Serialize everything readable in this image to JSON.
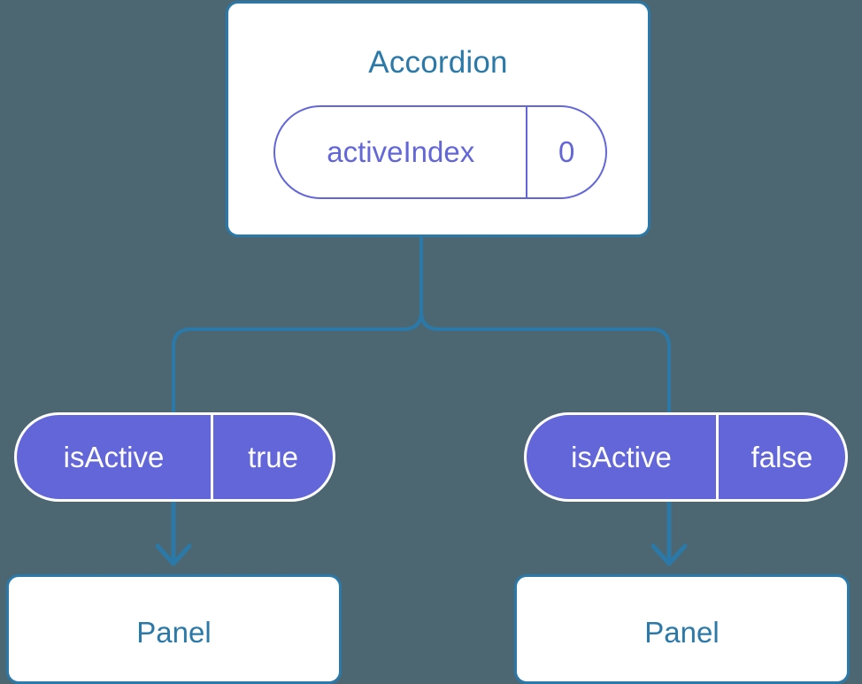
{
  "canvas": {
    "background_color": "#4c6771",
    "accent_blue": "#2b79a8",
    "accent_purple": "#6366d8",
    "card_fill": "#ffffff"
  },
  "parent": {
    "title": "Accordion",
    "state": {
      "key": "activeIndex",
      "value": "0"
    }
  },
  "children": [
    {
      "prop": {
        "key": "isActive",
        "value": "true"
      },
      "component": {
        "title": "Panel"
      }
    },
    {
      "prop": {
        "key": "isActive",
        "value": "false"
      },
      "component": {
        "title": "Panel"
      }
    }
  ],
  "connectors": {
    "branch_icon": "tree-branch-connector",
    "arrow_icon": "arrow-down-icon"
  }
}
